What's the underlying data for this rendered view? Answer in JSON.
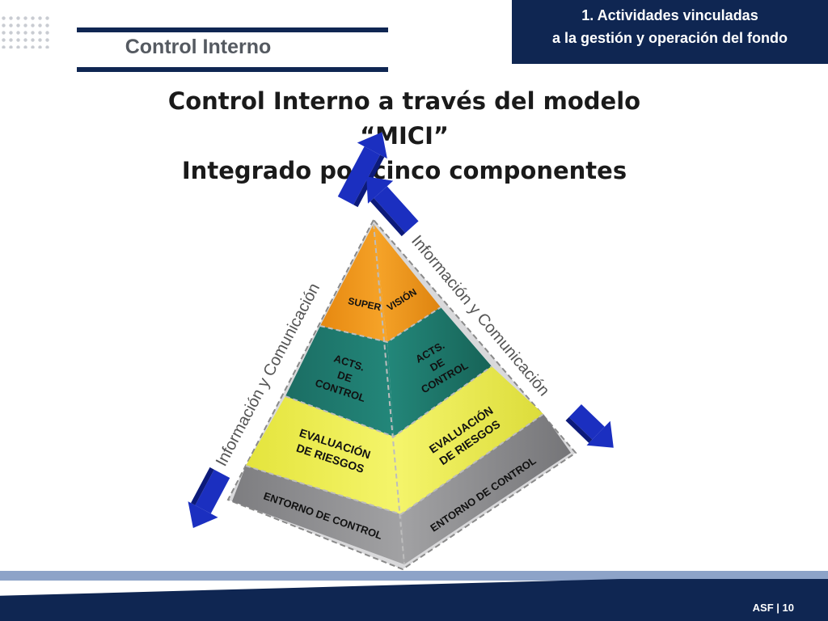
{
  "header": {
    "section_title": "Control Interno",
    "box_line1": "1. Actividades vinculadas",
    "box_line2": "a la gestión y operación del fondo"
  },
  "title": {
    "line1": "Control Interno a través del modelo",
    "line2": "“MICI”",
    "line3": "Integrado por cinco componentes"
  },
  "diagram": {
    "side_label_left": "Información y Comunicación",
    "side_label_right": "Información y Comunicación",
    "supervision_left": "SUPER",
    "supervision_right": "VISIÓN",
    "actividades_left": [
      "ACTS.",
      "DE",
      "CONTROL"
    ],
    "actividades_right": [
      "ACTS.",
      "DE",
      "CONTROL"
    ],
    "evaluacion_left": [
      "EVALUACIÓN",
      "DE RIESGOS"
    ],
    "evaluacion_right": [
      "EVALUACIÓN",
      "DE RIESGOS"
    ],
    "entorno_left": "ENTORNO DE CONTROL",
    "entorno_right": "ENTORNO DE CONTROL",
    "colors": {
      "supervision": "#f39a1b",
      "actividades": "#1f7a6e",
      "evaluacion": "#eeee55",
      "entorno": "#8e8e90",
      "arrow": "#1b2fc0"
    }
  },
  "footer": {
    "label": "ASF | 10"
  }
}
